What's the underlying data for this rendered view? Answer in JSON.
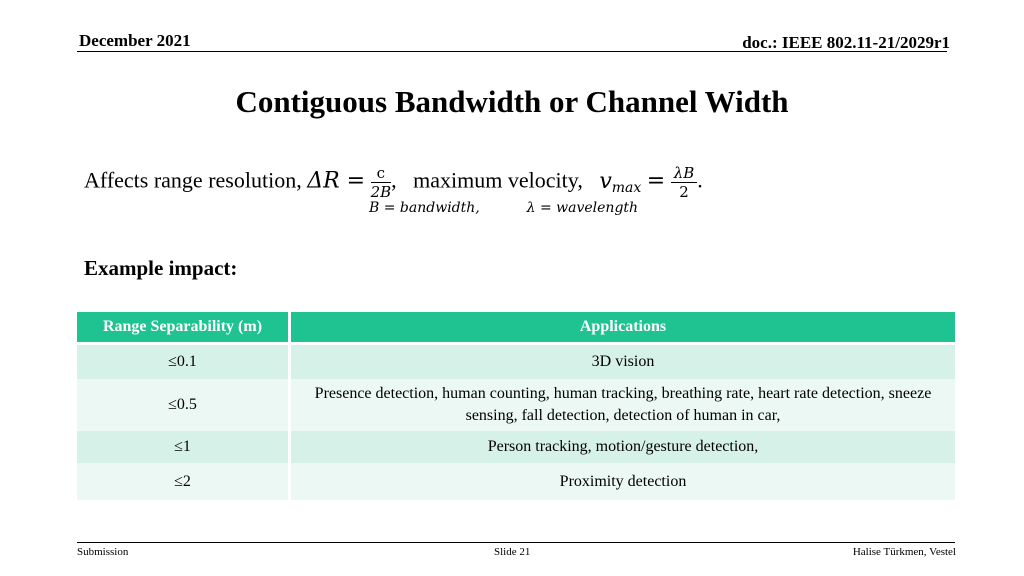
{
  "header": {
    "date": "December 2021",
    "doc": "doc.: IEEE 802.11-21/2029r1"
  },
  "title": "Contiguous Bandwidth or Channel Width",
  "formula": {
    "prefix": "Affects range resolution,",
    "delta_r": "ΔR =",
    "frac1_num": "c",
    "frac1_den": "2B",
    "comma": ",",
    "mid": "maximum velocity,",
    "vmax_v": "v",
    "vmax_sub": "max",
    "vmax_eq": "=",
    "frac2_num": "λB",
    "frac2_den": "2",
    "period": ".",
    "def_b": "B = bandwidth,",
    "def_lambda": "λ = wavelength"
  },
  "example_heading": "Example impact:",
  "table": {
    "headers": [
      "Range Separability (m)",
      "Applications"
    ],
    "rows": [
      {
        "range": "≤0.1",
        "apps": "3D vision"
      },
      {
        "range": "≤0.5",
        "apps": "Presence detection, human counting, human tracking, breathing rate, heart rate detection, sneeze sensing, fall detection, detection of human in car,"
      },
      {
        "range": "≤1",
        "apps": "Person tracking, motion/gesture detection,"
      },
      {
        "range": "≤2",
        "apps": "Proximity detection"
      }
    ]
  },
  "footer": {
    "left": "Submission",
    "center": "Slide 21",
    "right": "Halise Türkmen, Vestel"
  },
  "colors": {
    "table_header": "#1fc391",
    "row_dark": "#d6f2e8",
    "row_light": "#ecf8f3"
  }
}
